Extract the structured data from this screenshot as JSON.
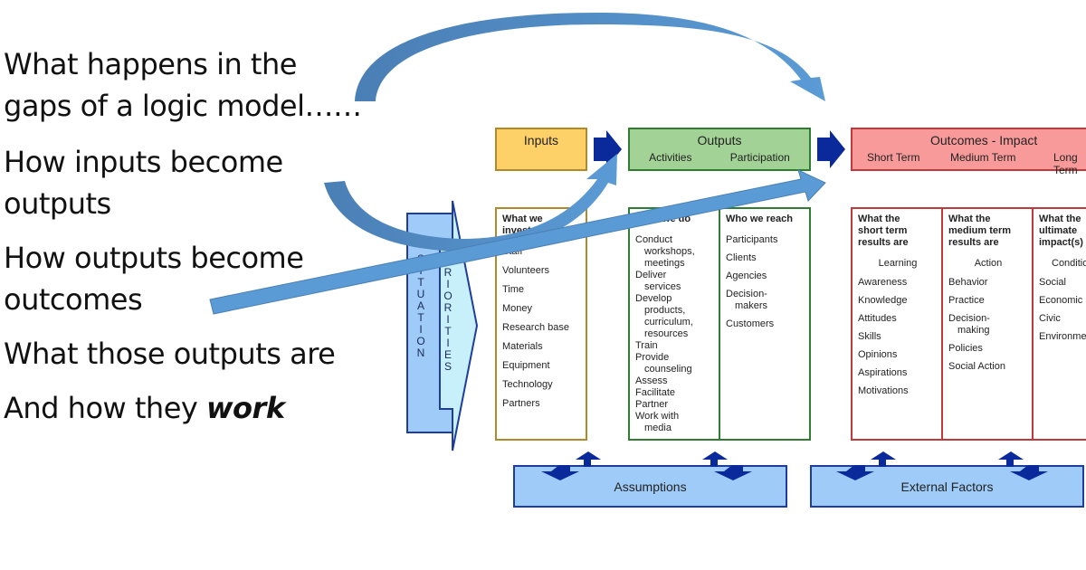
{
  "bullets": [
    {
      "text": "What happens in the gaps of a logic model……",
      "lines": [
        "What happens in the",
        "gaps of a logic model……"
      ]
    },
    {
      "text": "How inputs become outputs",
      "lines": [
        "How inputs become",
        "outputs"
      ]
    },
    {
      "text": "How outputs become outcomes",
      "lines": [
        "How outputs become",
        "outcomes"
      ]
    },
    {
      "text": "What those outputs are",
      "lines": [
        "What those outputs are"
      ]
    },
    {
      "text": "And how they work",
      "prefix": "And how they ",
      "emphasis": "work"
    }
  ],
  "diagram": {
    "situation_label": "SITUATION",
    "priorities_label": "PRIORITIES",
    "inputs": {
      "header": "Inputs",
      "column_title": "What we invest",
      "items": [
        "Staff",
        "Volunteers",
        "Time",
        "Money",
        "Research base",
        "Materials",
        "Equipment",
        "Technology",
        "Partners"
      ]
    },
    "outputs": {
      "header": "Outputs",
      "subheaders": [
        "Activities",
        "Participation"
      ],
      "activities": {
        "column_title": "What we do",
        "items": [
          [
            "Conduct",
            "workshops,",
            "meetings"
          ],
          [
            "Deliver",
            "services"
          ],
          [
            "Develop",
            "products,",
            "curriculum,",
            "resources"
          ],
          [
            "Train"
          ],
          [
            "Provide",
            "counseling"
          ],
          [
            "Assess"
          ],
          [
            "Facilitate"
          ],
          [
            "Partner"
          ],
          [
            "Work with",
            "media"
          ]
        ]
      },
      "participation": {
        "column_title": "Who we reach",
        "items": [
          [
            "Participants"
          ],
          [
            "Clients"
          ],
          [
            "Agencies"
          ],
          [
            "Decision-",
            "makers"
          ],
          [
            "Customers"
          ]
        ]
      }
    },
    "outcomes": {
      "header": "Outcomes - Impact",
      "subheaders": [
        "Short Term",
        "Medium Term",
        "Long Term"
      ],
      "short": {
        "column_title": [
          "What the",
          "short term",
          "results are"
        ],
        "category": "Learning",
        "items": [
          [
            "Awareness"
          ],
          [
            "Knowledge"
          ],
          [
            "Attitudes"
          ],
          [
            "Skills"
          ],
          [
            "Opinions"
          ],
          [
            "Aspirations"
          ],
          [
            "Motivations"
          ]
        ]
      },
      "medium": {
        "column_title": [
          "What the",
          "medium term",
          "results are"
        ],
        "category": "Action",
        "items": [
          [
            "Behavior"
          ],
          [
            "Practice"
          ],
          [
            "Decision-",
            "making"
          ],
          [
            "Policies"
          ],
          [
            "Social Action"
          ]
        ]
      },
      "long": {
        "column_title": [
          "What the",
          "ultimate",
          "impact(s) is"
        ],
        "category": "Conditions",
        "items": [
          [
            "Social"
          ],
          [
            "Economic"
          ],
          [
            "Civic"
          ],
          [
            "Environmental"
          ]
        ]
      }
    },
    "assumptions": "Assumptions",
    "external_factors": "External Factors"
  },
  "colors": {
    "inputs_fill": "#fdd068",
    "inputs_border": "#b0892a",
    "outputs_fill": "#a2d296",
    "outputs_border": "#2e7d32",
    "outcomes_fill": "#f99a9a",
    "outcomes_border": "#c0393b",
    "bottom_fill": "#9ecbf7",
    "dark_arrow": "#0a2a9c",
    "overlay_arrow": "#5b9bd5",
    "overlay_arrow_dark": "#4a7fb5"
  }
}
